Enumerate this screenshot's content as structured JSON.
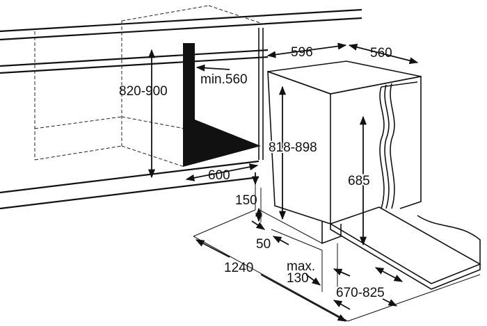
{
  "labels": {
    "niche_height": "820-900",
    "min_depth": "min.560",
    "niche_width": "600",
    "appliance_width": "596",
    "appliance_depth": "560",
    "appliance_height": "818-898",
    "door_height": "685",
    "plinth_height": "150",
    "plinth_depth": "50",
    "total_depth": "1240",
    "max_label": "max.",
    "max_value": "130",
    "door_depth": "670-825"
  }
}
